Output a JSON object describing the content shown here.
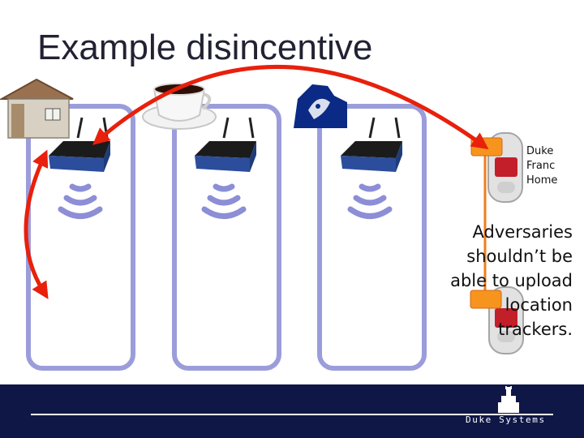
{
  "slide": {
    "title": "Example disincentive",
    "phone_labels": [
      "Duke",
      "Franc",
      "Home"
    ],
    "adversary_lines": [
      "Adversaries",
      "shouldn’t be",
      "able to upload",
      "location",
      "trackers."
    ],
    "footer_brand": "Duke Systems"
  },
  "colors": {
    "arrow": "#e8200c",
    "connector": "#f07d1a",
    "panel_border": "#9b9ddb",
    "footer_bg": "#0f1747",
    "title_text": "#222233"
  },
  "icons": [
    "house-icon",
    "coffee-cup-icon",
    "duke-blue-devil-logo",
    "wifi-router-icon",
    "wifi-signal-icon",
    "mobile-phone-icon",
    "duke-chapel-icon"
  ]
}
